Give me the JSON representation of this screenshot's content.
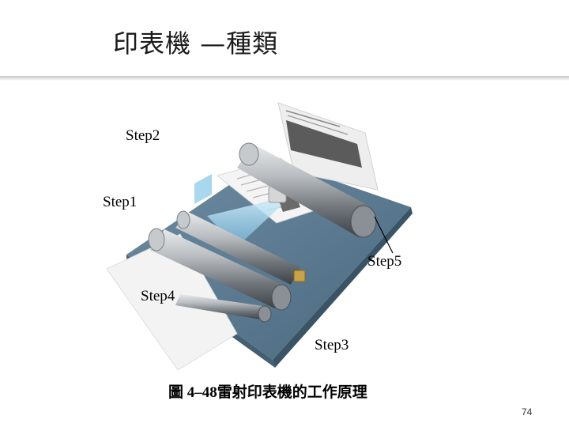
{
  "slide": {
    "title": "印表機 —種類",
    "page_number": "74"
  },
  "figure": {
    "caption": "圖 4–48雷射印表機的工作原理",
    "steps": {
      "step1": "Step1",
      "step2": "Step2",
      "step3": "Step3",
      "step4": "Step4",
      "step5": "Step5"
    }
  },
  "colors": {
    "tray": "#5a7a92",
    "tray_dark": "#3f5a6e",
    "roller": "#9aa0a6",
    "laser": "#9fd4f0",
    "paper": "#f7f7f7"
  }
}
